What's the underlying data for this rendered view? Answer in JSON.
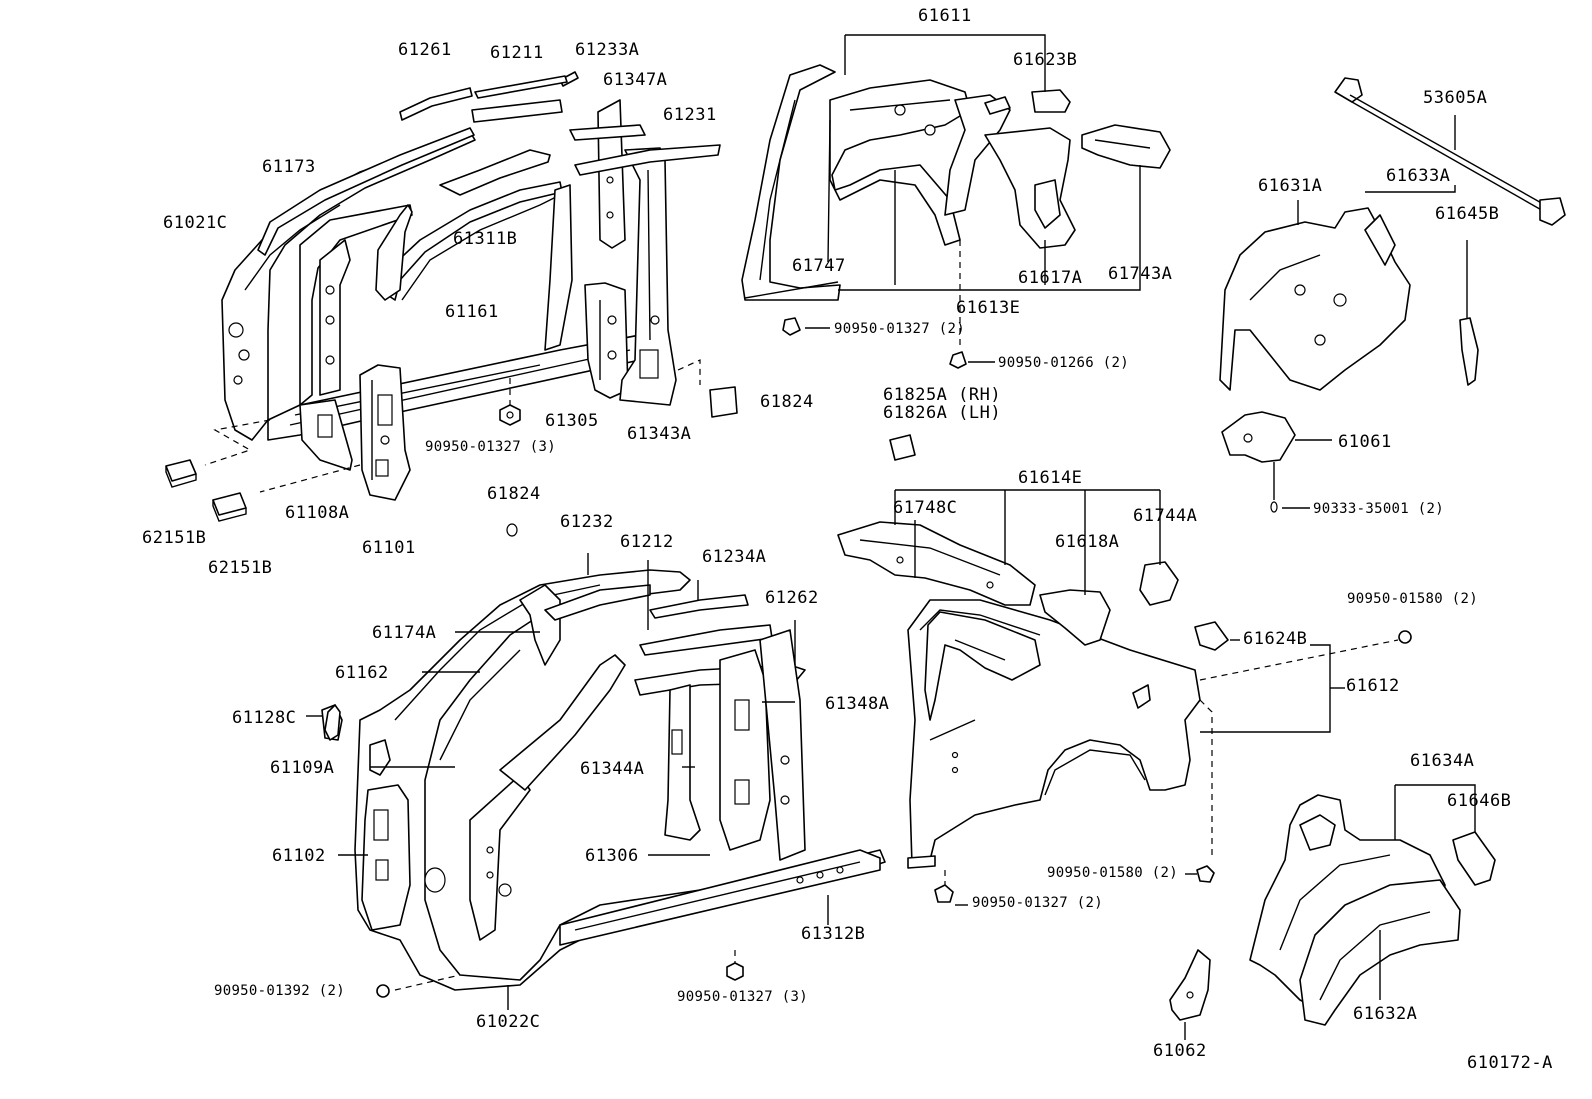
{
  "labels": {
    "p61261": "61261",
    "p61211": "61211",
    "p61233A": "61233A",
    "p61347A": "61347A",
    "p61231": "61231",
    "p61173": "61173",
    "p61021C": "61021C",
    "p61311B": "61311B",
    "p61161": "61161",
    "p61305": "61305",
    "p61343A": "61343A",
    "p61824a": "61824",
    "p90950_01327_3a": "90950-01327 (3)",
    "p61108A": "61108A",
    "p61101": "61101",
    "p62151B_1": "62151B",
    "p62151B_2": "62151B",
    "p61611": "61611",
    "p61623B": "61623B",
    "p61747": "61747",
    "p61617A": "61617A",
    "p61743A": "61743A",
    "p61613E": "61613E",
    "p90950_01327_2a": "90950-01327 (2)",
    "p90950_01266_2": "90950-01266 (2)",
    "p61825A": "61825A (RH)",
    "p61826A": "61826A (LH)",
    "p53605A": "53605A",
    "p61631A": "61631A",
    "p61633A": "61633A",
    "p61645B": "61645B",
    "p61061": "61061",
    "p90333_35001": "90333-35001 (2)",
    "p61824b": "61824",
    "p61232": "61232",
    "p61212": "61212",
    "p61234A": "61234A",
    "p61262": "61262",
    "p61174A": "61174A",
    "p61162": "61162",
    "p61128C": "61128C",
    "p61348A": "61348A",
    "p61109A": "61109A",
    "p61344A": "61344A",
    "p61102": "61102",
    "p61306": "61306",
    "p61312B": "61312B",
    "p90950_01392": "90950-01392 (2)",
    "p90950_01327_3b": "90950-01327 (3)",
    "p61022C": "61022C",
    "p61614E": "61614E",
    "p61748C": "61748C",
    "p61618A": "61618A",
    "p61744A": "61744A",
    "p90950_01580_a": "90950-01580 (2)",
    "p61624B": "61624B",
    "p61612": "61612",
    "p90950_01580_b": "90950-01580 (2)",
    "p90950_01327_2b": "90950-01327 (2)",
    "p61634A": "61634A",
    "p61646B": "61646B",
    "p61632A": "61632A",
    "p61062": "61062",
    "ref": "610172-A"
  }
}
